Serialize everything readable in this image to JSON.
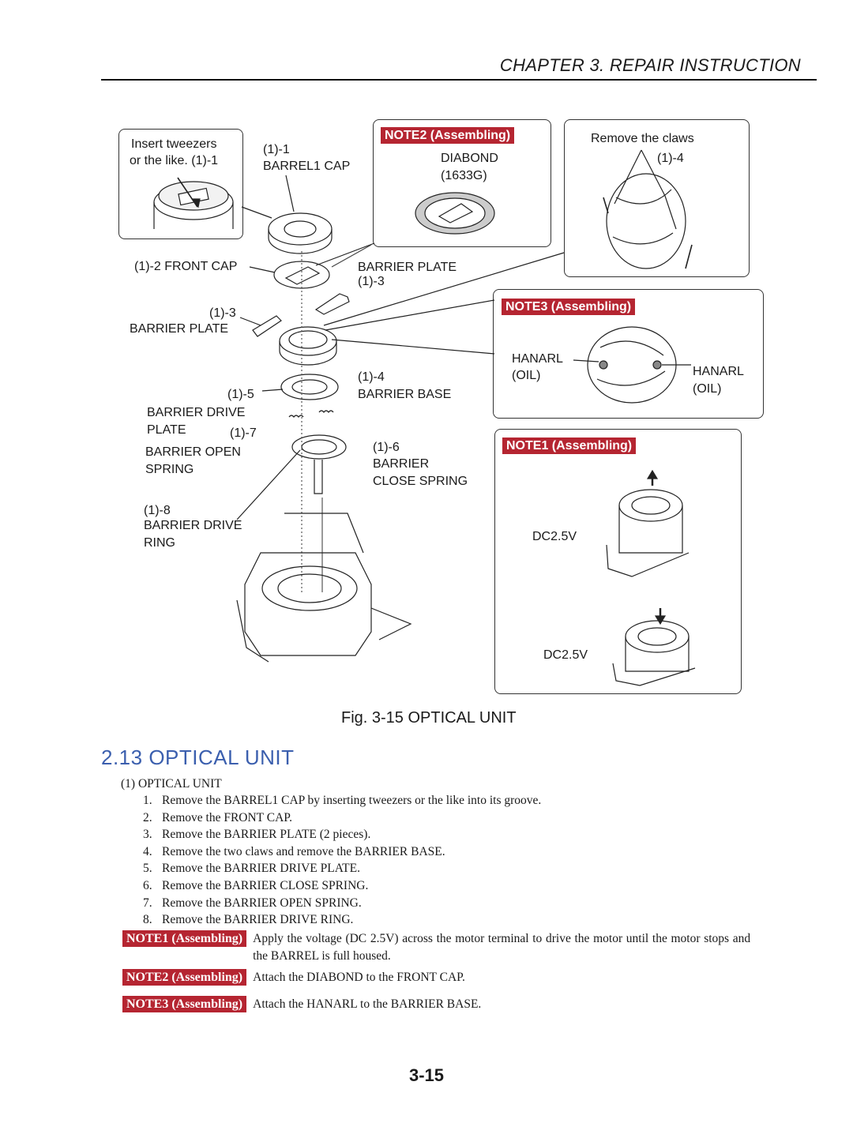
{
  "header": {
    "chapter": "CHAPTER 3. REPAIR INSTRUCTION"
  },
  "figure": {
    "labels": {
      "insert_tweezers_1": "Insert tweezers",
      "insert_tweezers_2": "or the like.",
      "insert_ref": "(1)-1",
      "ref_1_1": "(1)-1",
      "barrel1_cap": "BARREL1 CAP",
      "ref_1_2": "(1)-2",
      "front_cap": "FRONT CAP",
      "barrier_plate_right": "BARRIER PLATE",
      "ref_1_3_right": "(1)-3",
      "ref_1_3_left": "(1)-3",
      "barrier_plate_left": "BARRIER PLATE",
      "ref_1_4": "(1)-4",
      "barrier_base": "BARRIER BASE",
      "ref_1_5": "(1)-5",
      "barrier_drive_plate_1": "BARRIER DRIVE",
      "barrier_drive_plate_2": "PLATE",
      "ref_1_7": "(1)-7",
      "barrier_open_1": "BARRIER OPEN",
      "barrier_open_2": "SPRING",
      "ref_1_6": "(1)-6",
      "barrier_close_1": "BARRIER",
      "barrier_close_2": "CLOSE SPRING",
      "ref_1_8": "(1)-8",
      "barrier_drive_ring_1": "BARRIER DRIVE",
      "barrier_drive_ring_2": "RING"
    },
    "note2_box": {
      "tag": "NOTE2 (Assembling)",
      "diabond": "DIABOND",
      "code": "(1633G)"
    },
    "claws_box": {
      "title": "Remove the claws",
      "ref": "(1)-4"
    },
    "note3_box": {
      "tag": "NOTE3 (Assembling)",
      "hanarl_left_1": "HANARL",
      "hanarl_left_2": "(OIL)",
      "hanarl_right_1": "HANARL",
      "hanarl_right_2": "(OIL)"
    },
    "note1_box": {
      "tag": "NOTE1 (Assembling)",
      "voltage_top": "DC2.5V",
      "voltage_bottom": "DC2.5V"
    },
    "caption": "Fig. 3-15 OPTICAL UNIT"
  },
  "section": {
    "title": "2.13  OPTICAL UNIT",
    "subhead": "(1) OPTICAL UNIT",
    "steps": [
      {
        "num": "1.",
        "text": "Remove the BARREL1 CAP by inserting tweezers or the like into its groove."
      },
      {
        "num": "2.",
        "text": "Remove the FRONT CAP."
      },
      {
        "num": "3.",
        "text": "Remove the BARRIER PLATE  (2 pieces)."
      },
      {
        "num": "4.",
        "text": "Remove the two claws and remove the BARRIER BASE."
      },
      {
        "num": "5.",
        "text": "Remove the BARRIER DRIVE PLATE."
      },
      {
        "num": "6.",
        "text": "Remove the BARRIER CLOSE SPRING."
      },
      {
        "num": "7.",
        "text": "Remove the BARRIER OPEN SPRING."
      },
      {
        "num": "8.",
        "text": "Remove the BARRIER DRIVE RING."
      }
    ],
    "notes": [
      {
        "tag": "NOTE1 (Assembling)",
        "text": "Apply the voltage (DC 2.5V) across the motor terminal to drive the motor until the motor stops and the BARREL is full housed."
      },
      {
        "tag": "NOTE2 (Assembling)",
        "text": "Attach the DIABOND to the FRONT CAP."
      },
      {
        "tag": "NOTE3 (Assembling)",
        "text": "Attach the HANARL to the BARRIER BASE."
      }
    ]
  },
  "footer": {
    "page_number": "3-15"
  },
  "colors": {
    "note_tag": "#b52531",
    "section_title": "#3b5fae"
  }
}
